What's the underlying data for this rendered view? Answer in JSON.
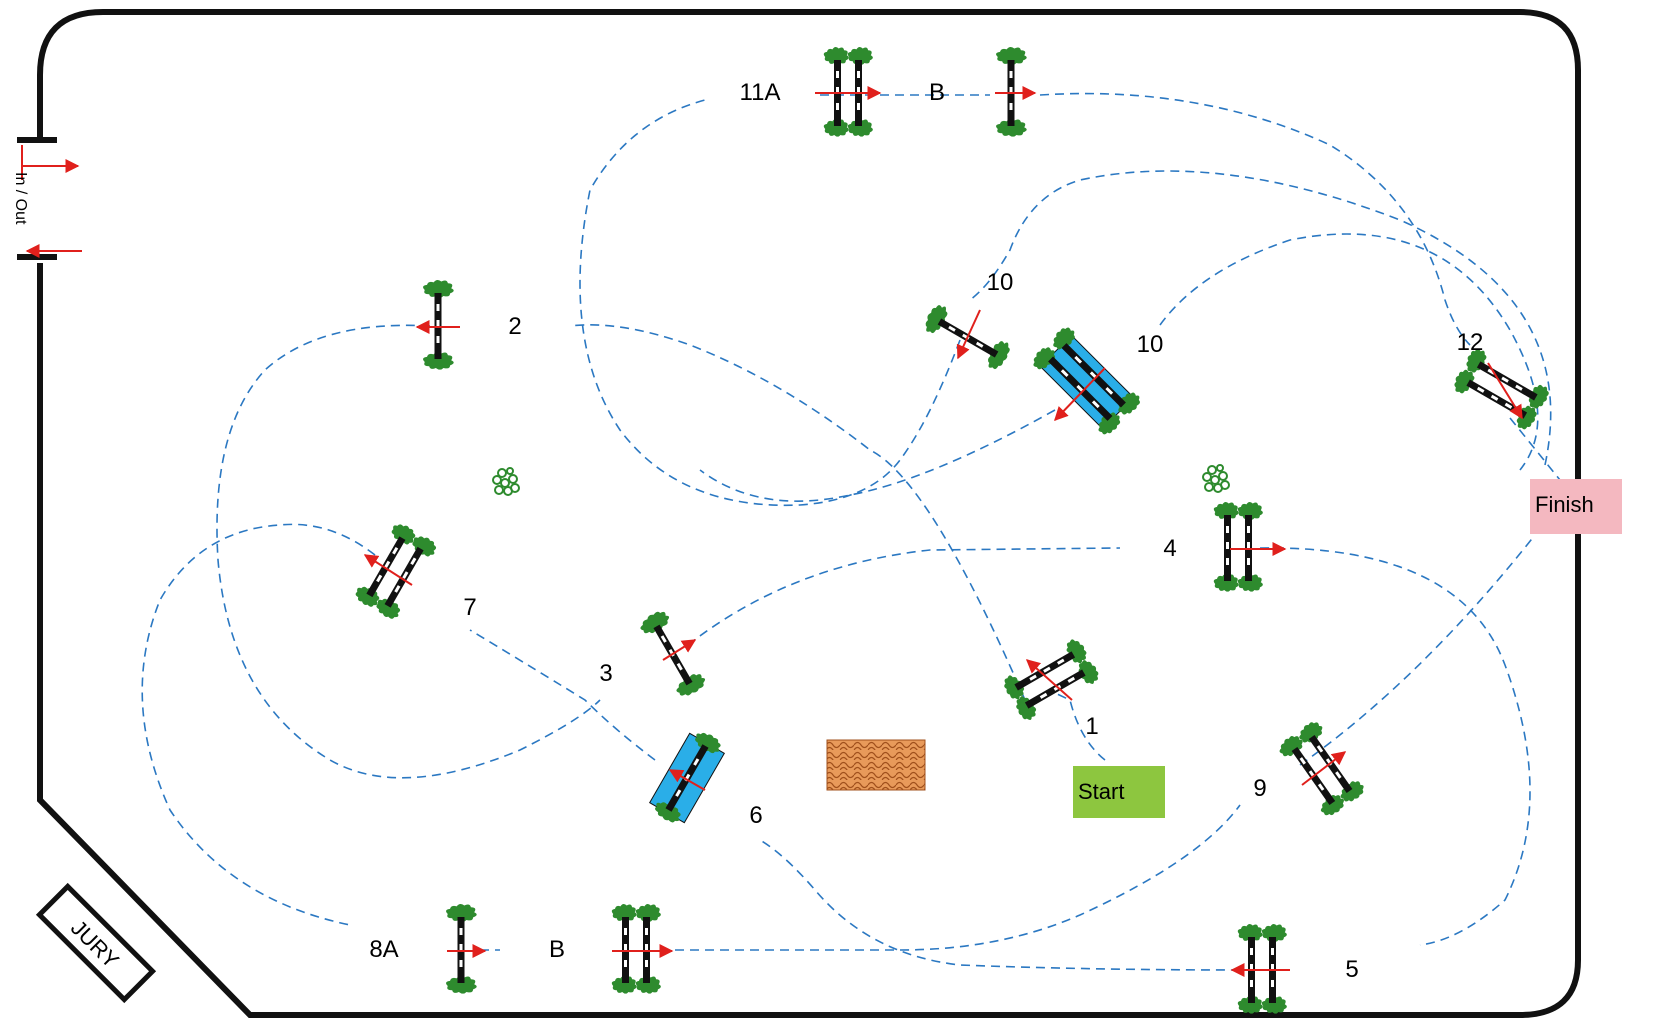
{
  "arena": {
    "entrance_label": "In / Out",
    "jury_label": "JURY",
    "start_label": "Start",
    "finish_label": "Finish",
    "colors": {
      "path": "#2b78c2",
      "direction_arrow": "#e0201c",
      "start_box": "#8dc63f",
      "finish_box": "#f4b8c0",
      "water": "#2aaee8",
      "bush": "#2e8b2e",
      "fence": "#111111"
    }
  },
  "obstacles": [
    {
      "id": "1",
      "label": "1"
    },
    {
      "id": "2",
      "label": "2"
    },
    {
      "id": "3",
      "label": "3"
    },
    {
      "id": "4",
      "label": "4"
    },
    {
      "id": "5",
      "label": "5"
    },
    {
      "id": "6",
      "label": "6"
    },
    {
      "id": "7",
      "label": "7"
    },
    {
      "id": "8a",
      "label": "8A"
    },
    {
      "id": "8b",
      "label": "B"
    },
    {
      "id": "9",
      "label": "9"
    },
    {
      "id": "10a",
      "label": "10"
    },
    {
      "id": "10b",
      "label": "10"
    },
    {
      "id": "11a",
      "label": "11A"
    },
    {
      "id": "11b",
      "label": "B"
    },
    {
      "id": "12",
      "label": "12"
    }
  ]
}
